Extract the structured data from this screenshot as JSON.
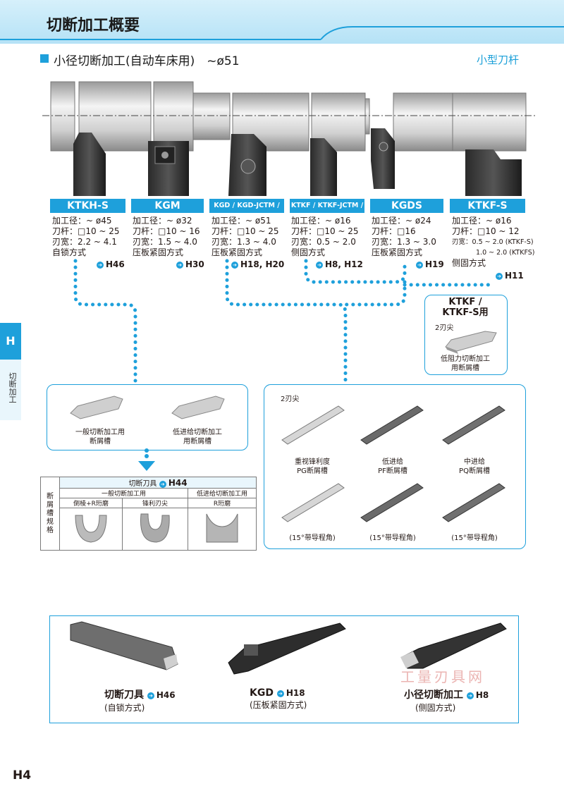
{
  "page_title": "切断加工概要",
  "section": {
    "title": "小径切断加工(自动车床用)　~ø51",
    "right_label": "小型刀杆"
  },
  "side_tab": {
    "letter": "H",
    "text": "切断加工"
  },
  "products": [
    {
      "name": "KTKH-S",
      "specs": [
        "加工径：~ ø45",
        "刀杆：□10 ~ 25",
        "刃宽：2.2 ~ 4.1",
        "自锁方式"
      ],
      "ref": "H46"
    },
    {
      "name": "KGM",
      "specs": [
        "加工径：~ ø32",
        "刀杆：□10 ~ 16",
        "刃宽：1.5 ~ 4.0",
        "压板紧固方式"
      ],
      "ref": "H30"
    },
    {
      "name": "KGD / KGD-JCTM / JCT",
      "specs": [
        "加工径：~ ø51",
        "刀杆：□10 ~ 25",
        "刃宽：1.3 ~ 4.0",
        "压板紧固方式"
      ],
      "ref": "H18, H20"
    },
    {
      "name": "KTKF / KTKF-JCTM / JCT",
      "specs": [
        "加工径：~ ø16",
        "刀杆：□10 ~ 25",
        "刃宽：0.5 ~ 2.0",
        "侧固方式"
      ],
      "ref": "H8, H12"
    },
    {
      "name": "KGDS",
      "specs": [
        "加工径：~ ø24",
        "刀杆：□16",
        "刃宽：1.3 ~ 3.0",
        "压板紧固方式"
      ],
      "ref": "H19"
    },
    {
      "name": "KTKF-S",
      "specs": [
        "加工径：~ ø16",
        "刀杆：□10 ~ 12",
        "刃宽：0.5 ~ 2.0 (KTKF-S)",
        "1.0 ~ 2.0 (KTKFS)",
        "侧固方式"
      ],
      "ref": "H11"
    }
  ],
  "ktkf_box": {
    "title_line1": "KTKF /",
    "title_line2": "KTKF-S用",
    "tips": "2刃尖",
    "caption_line1": "低阻力切断加工",
    "caption_line2": "用断屑槽"
  },
  "left_box": {
    "items": [
      {
        "line1": "一般切断加工用",
        "line2": "断屑槽"
      },
      {
        "line1": "低进给切断加工",
        "line2": "用断屑槽"
      }
    ]
  },
  "groove_table": {
    "side_label": "断屑槽规格",
    "header": "切断刀具",
    "header_ref": "H44",
    "group1": "一般切断加工用",
    "group2": "低进给切断加工用",
    "cols": [
      "倒棱+R珩磨",
      "锋利刃尖",
      "R珩磨"
    ]
  },
  "right_box": {
    "tips": "2刃尖",
    "items": [
      {
        "line1": "重视锋利度",
        "line2": "PG断屑槽"
      },
      {
        "line1": "低进给",
        "line2": "PF断屑槽"
      },
      {
        "line1": "中进给",
        "line2": "PQ断屑槽"
      },
      {
        "line1": "(15°带导程角)",
        "line2": ""
      },
      {
        "line1": "(15°带导程角)",
        "line2": ""
      },
      {
        "line1": "(15°带导程角)",
        "line2": ""
      }
    ]
  },
  "bottom": [
    {
      "name": "切断刀具",
      "ref": "H46",
      "sub": "(自锁方式)"
    },
    {
      "name": "KGD",
      "ref": "H18",
      "sub": "(压板紧固方式)"
    },
    {
      "name": "小径切断加工",
      "ref": "H8",
      "sub": "(侧固方式)"
    }
  ],
  "watermark": "工量刃具网",
  "page_number": "H4",
  "colors": {
    "accent": "#1ea0db",
    "header_bg": "#bfe6f7",
    "dots": "#1ea0db"
  }
}
